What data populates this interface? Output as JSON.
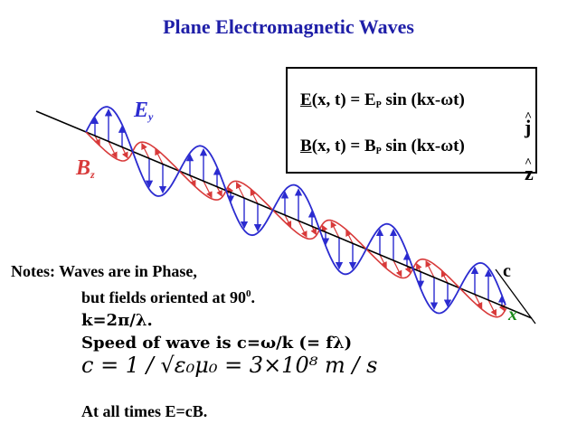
{
  "title": "Plane Electromagnetic Waves",
  "labels": {
    "Ey_main": "E",
    "Ey_sub": "y",
    "Bz_main": "B",
    "Bz_sub": "z",
    "c": "c",
    "x": "x"
  },
  "equations": {
    "e_field": {
      "lhs": "E",
      "mid": "(x, t) = E",
      "sub": "P",
      "rhs": " sin (kx-ωt)",
      "unit": "j"
    },
    "b_field": {
      "lhs": "B",
      "mid": "(x, t) = B",
      "sub": "P",
      "rhs": " sin (kx-ωt)",
      "unit": "z"
    }
  },
  "notes": {
    "line1": "Notes:  Waves are in Phase,",
    "line2a": "but fields oriented at 90",
    "line2sup": "0",
    "line2b": ".",
    "line3": "k=2π/λ.",
    "line4": "Speed of wave is c=ω/k (= fλ)"
  },
  "formula": {
    "text": "c = 1 / √ε₀μ₀ = 3×10⁸ m / s"
  },
  "final_note": "At all times E=cB.",
  "colors": {
    "title": "#1f1fa8",
    "e_wave": "#2b2bd0",
    "b_wave": "#d83a3a",
    "axis_label": "#1a8a1a"
  }
}
